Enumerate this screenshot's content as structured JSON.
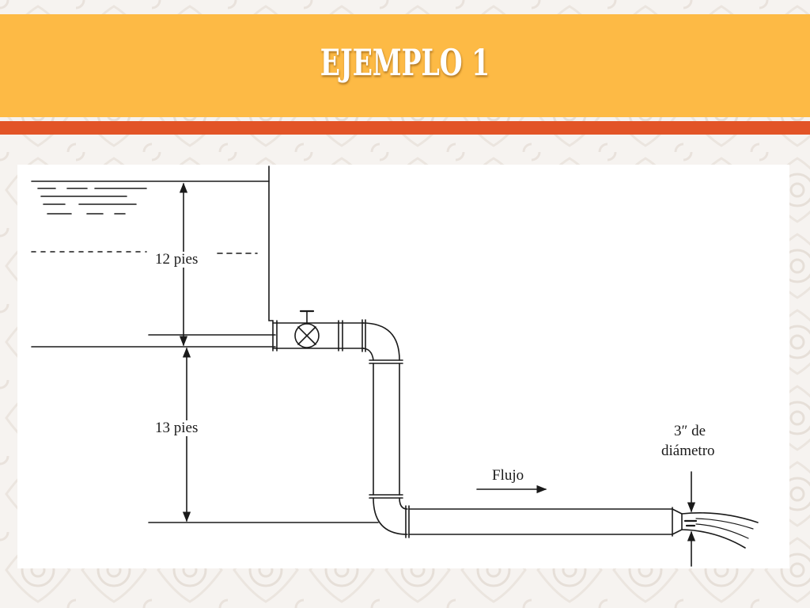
{
  "slide": {
    "title": "EJEMPLO 1",
    "colors": {
      "title_bar": "#fdba45",
      "divider": "#e25427",
      "background": "#f6f3f0",
      "diagram_ink": "#1a1a1a"
    }
  },
  "diagram": {
    "label_upper_height": "12 pies",
    "label_lower_height": "13 pies",
    "label_flow": "Flujo",
    "label_diameter_line1": "3″ de",
    "label_diameter_line2": "diámetro"
  }
}
